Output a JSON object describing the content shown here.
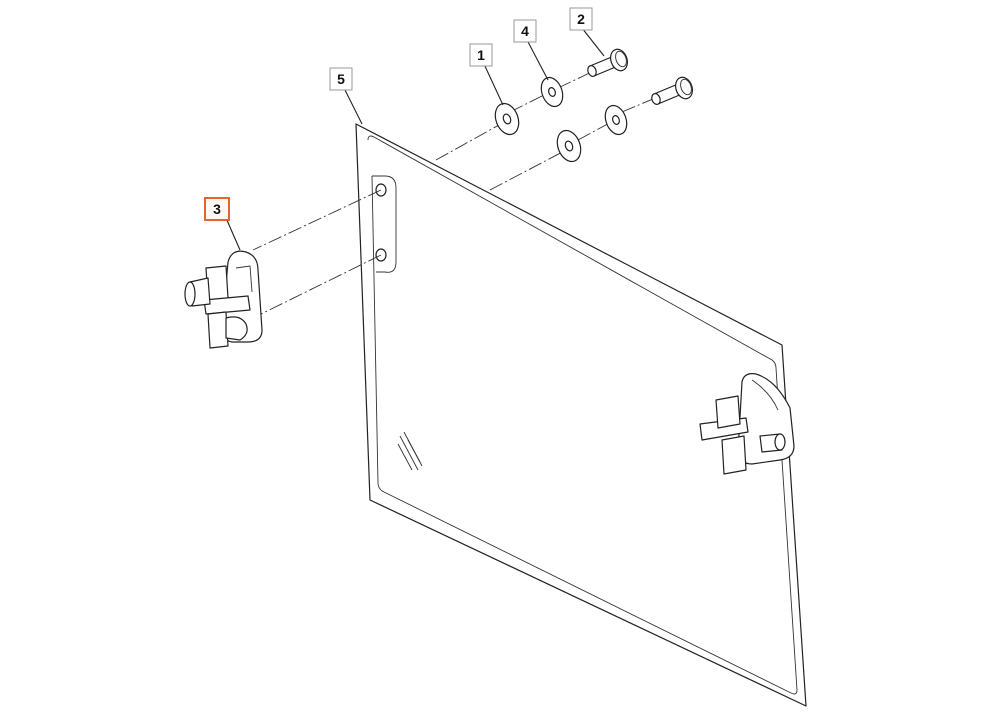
{
  "diagram": {
    "callouts": [
      {
        "id": "callout-1",
        "label": "1",
        "highlighted": false
      },
      {
        "id": "callout-2",
        "label": "2",
        "highlighted": false
      },
      {
        "id": "callout-3",
        "label": "3",
        "highlighted": true
      },
      {
        "id": "callout-4",
        "label": "4",
        "highlighted": false
      },
      {
        "id": "callout-5",
        "label": "5",
        "highlighted": false
      }
    ],
    "colors": {
      "highlight_border": "#e8622a",
      "line": "#222222",
      "box_border": "#9a9a9a"
    }
  }
}
